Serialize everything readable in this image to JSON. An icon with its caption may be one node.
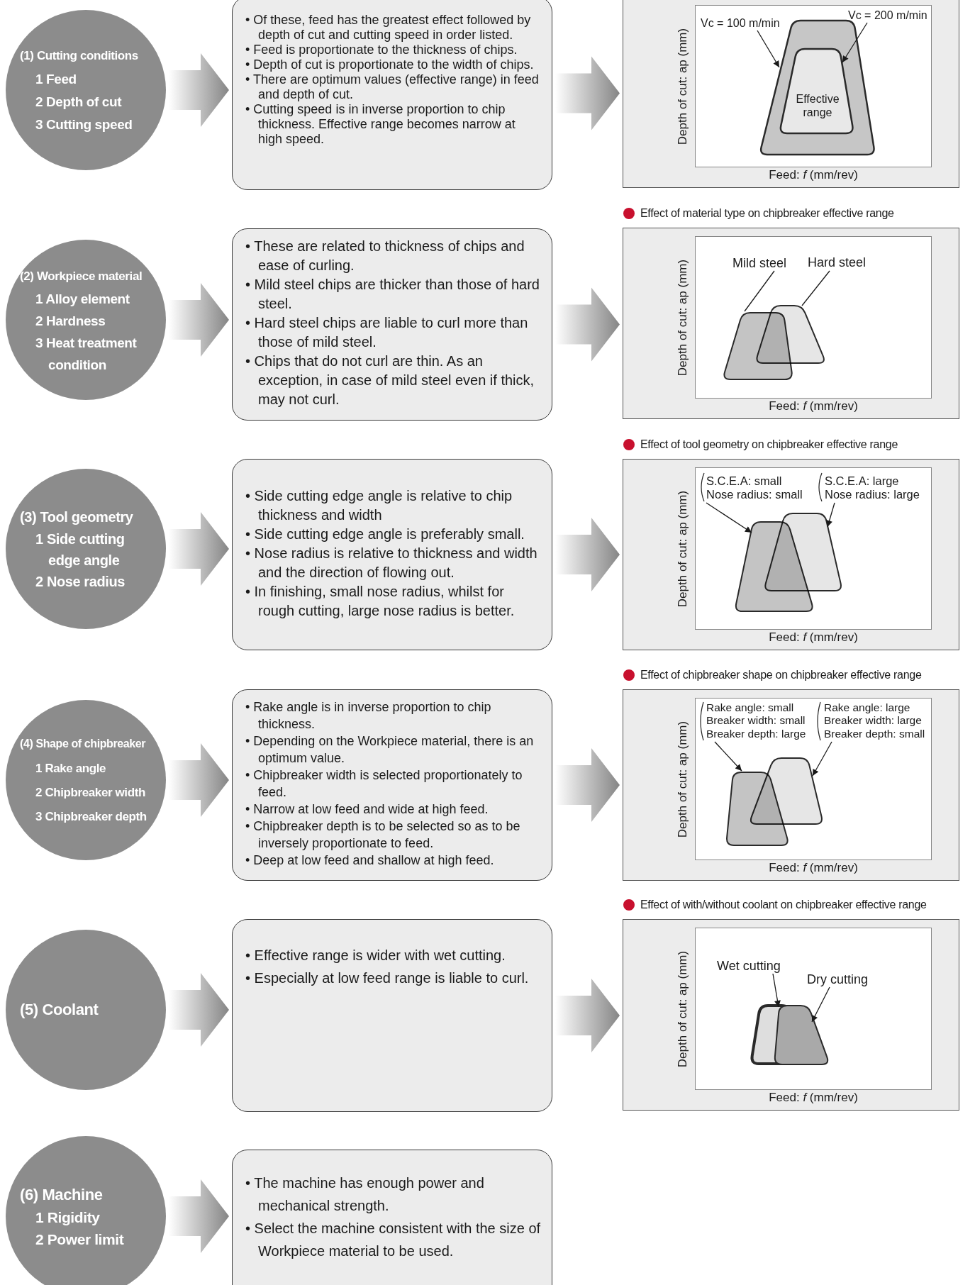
{
  "diagram": {
    "nodes": [
      {
        "text": [
          "(1) Cutting conditions",
          "1 Feed",
          "2 Depth of cut",
          "3 Cutting speed"
        ]
      },
      {
        "text": [
          "• Of these, feed has the greatest effect followed by depth of cut and cutting speed in order listed.",
          "• Feed is proportionate to the thickness of chips.",
          "• Depth of cut is proportionate to the width of chips.",
          "• There are optimum values (effective range) in feed and depth of cut.",
          "• Cutting speed is in inverse proportion to chip thickness. Effective range becomes narrow at high speed."
        ]
      },
      {
        "text": [
          "Depth of cut: ap (mm)",
          "Feed: *f* (mm/rev)"
        ]
      },
      {
        "text": [
          "Vc = 100 m/min"
        ],
        "in": 2
      },
      {
        "text": [
          "Vc = 200 m/min"
        ],
        "in": 2
      },
      {
        "text": [],
        "shape": "trapezoid",
        "in": 2
      },
      {
        "text": [
          "Effective range"
        ],
        "in": 5
      },
      {
        "text": [
          "(2) Workpiece material",
          "1 Alloy element",
          "2 Hardness",
          "3 Heat treatment condition"
        ]
      },
      {
        "text": [
          "• These are related to thickness of chips and ease of curling.",
          "• Mild steel chips are thicker than those of hard steel.",
          "• Hard steel chips are liable to curl more than those of mild steel.",
          "• Chips that do not curl are thin. As an exception, in case of mild steel even if thick, may not curl."
        ]
      },
      {
        "text": [
          "Depth of cut: ap (mm)",
          "Feed: *f* (mm/rev)"
        ],
        "beside": [
          "Effect of material type on chipbreaker effective range"
        ]
      },
      {
        "text": [
          "Mild steel"
        ],
        "in": 9
      },
      {
        "text": [
          "Hard steel"
        ],
        "in": 9
      },
      {
        "text": [],
        "shape": "trapezoid",
        "in": 9
      },
      {
        "text": [],
        "shape": "trapezoid",
        "in": 9
      },
      {
        "text": [
          "(3) Tool geometry",
          "1 Side cutting edge angle",
          "2 Nose radius"
        ]
      },
      {
        "text": [
          "• Side cutting edge angle is relative to chip thickness and width",
          "• Side cutting edge angle is preferably small.",
          "• Nose radius is relative to thickness and width and the direction of flowing out.",
          "• In finishing, small nose radius, whilst for rough cutting, large nose radius is better."
        ]
      },
      {
        "text": [
          "Depth of cut: ap (mm)",
          "Feed: *f* (mm/rev)"
        ],
        "beside": [
          "Effect of tool geometry on chipbreaker effective range"
        ]
      },
      {
        "text": [
          "S.C.E.A: small",
          "Nose radius: small"
        ],
        "in": 16
      },
      {
        "text": [
          "S.C.E.A: large",
          "Nose radius: large"
        ],
        "in": 16
      },
      {
        "text": [],
        "shape": "trapezoid",
        "in": 16
      },
      {
        "text": [],
        "shape": "trapezoid",
        "in": 16
      },
      {
        "text": [
          "(4) Shape of chipbreaker",
          "1 Rake angle",
          "2 Chipbreaker width",
          "3 Chipbreaker depth"
        ]
      },
      {
        "text": [
          "• Rake angle is in inverse proportion to chip thickness.",
          "• Depending on the Workpiece material, there is an optimum value.",
          "• Chipbreaker width is selected proportionately to feed.",
          "• Narrow at low feed and wide at high feed.",
          "• Chipbreaker depth is to be selected so as to be inversely proportionate to feed.",
          "• Deep at low feed and shallow at high feed."
        ]
      },
      {
        "text": [
          "Depth of cut: ap (mm)",
          "Feed: *f* (mm/rev)"
        ],
        "beside": [
          "Effect of chipbreaker shape on chipbreaker effective range"
        ]
      },
      {
        "text": [
          "Rake angle: small",
          "Breaker width: small",
          "Breaker depth: large"
        ],
        "in": 23
      },
      {
        "text": [
          "Rake angle: large",
          "Breaker width: large",
          "Breaker depth: small"
        ],
        "in": 23
      },
      {
        "text": [],
        "shape": "trapezoid",
        "in": 23
      },
      {
        "text": [],
        "shape": "trapezoid",
        "in": 23
      },
      {
        "text": [
          "(5) Coolant"
        ]
      },
      {
        "text": [
          "• Effective range is wider with wet cutting.",
          "• Especially at low feed range is liable to curl."
        ]
      },
      {
        "text": [
          "Depth of cut: ap (mm)",
          "Feed: *f* (mm/rev)"
        ],
        "beside": [
          "Effect of with/without coolant on chipbreaker effective range"
        ]
      },
      {
        "text": [
          "Wet cutting"
        ],
        "in": 30
      },
      {
        "text": [
          "Dry cutting"
        ],
        "in": 30
      },
      {
        "text": [],
        "shape": "trapezoid",
        "in": 30
      },
      {
        "text": [],
        "shape": "trapezoid",
        "in": 30
      },
      {
        "text": [
          "(6) Machine",
          "1 Rigidity",
          "2 Power limit"
        ]
      },
      {
        "text": [
          "• The machine has enough power and mechanical strength.",
          "• Select the machine consistent with the size of Workpiece material to be used."
        ]
      }
    ],
    "edges": [
      {
        "from": 0,
        "to": 1,
        "arrow": "to",
        "style": "thick"
      },
      {
        "from": 1,
        "to": 2,
        "arrow": "to",
        "style": "thick"
      },
      {
        "from": 3,
        "to": 5,
        "arrow": "to"
      },
      {
        "from": 4,
        "to": 6,
        "arrow": "to"
      },
      {
        "from": 7,
        "to": 8,
        "arrow": "to",
        "style": "thick"
      },
      {
        "from": 8,
        "to": 9,
        "arrow": "to",
        "style": "thick"
      },
      {
        "from": 10,
        "to": 12,
        "arrow": "none"
      },
      {
        "from": 11,
        "to": 13,
        "arrow": "none"
      },
      {
        "from": 14,
        "to": 15,
        "arrow": "to",
        "style": "thick"
      },
      {
        "from": 15,
        "to": 16,
        "arrow": "to",
        "style": "thick"
      },
      {
        "from": 17,
        "to": 19,
        "arrow": "to"
      },
      {
        "from": 18,
        "to": 20,
        "arrow": "to"
      },
      {
        "from": 21,
        "to": 22,
        "arrow": "to",
        "style": "thick"
      },
      {
        "from": 22,
        "to": 23,
        "arrow": "to",
        "style": "thick"
      },
      {
        "from": 24,
        "to": 26,
        "arrow": "to"
      },
      {
        "from": 25,
        "to": 27,
        "arrow": "to"
      },
      {
        "from": 28,
        "to": 29,
        "arrow": "to",
        "style": "thick"
      },
      {
        "from": 29,
        "to": 30,
        "arrow": "to",
        "style": "thick"
      },
      {
        "from": 31,
        "to": 33,
        "arrow": "to"
      },
      {
        "from": 32,
        "to": 34,
        "arrow": "to"
      },
      {
        "from": 35,
        "to": 36,
        "arrow": "to",
        "style": "thick"
      }
    ]
  }
}
